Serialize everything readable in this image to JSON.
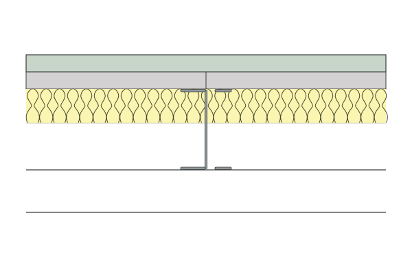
{
  "diagram": {
    "type": "construction-section",
    "layers": [
      {
        "name": "board-top",
        "color": "#c7d6c9"
      },
      {
        "name": "board-lower",
        "color": "#d4d1d2"
      },
      {
        "name": "insulation",
        "color": "#faf6b1"
      }
    ],
    "line_color": "#3a3a3a",
    "stud_color": "#8f999c"
  }
}
